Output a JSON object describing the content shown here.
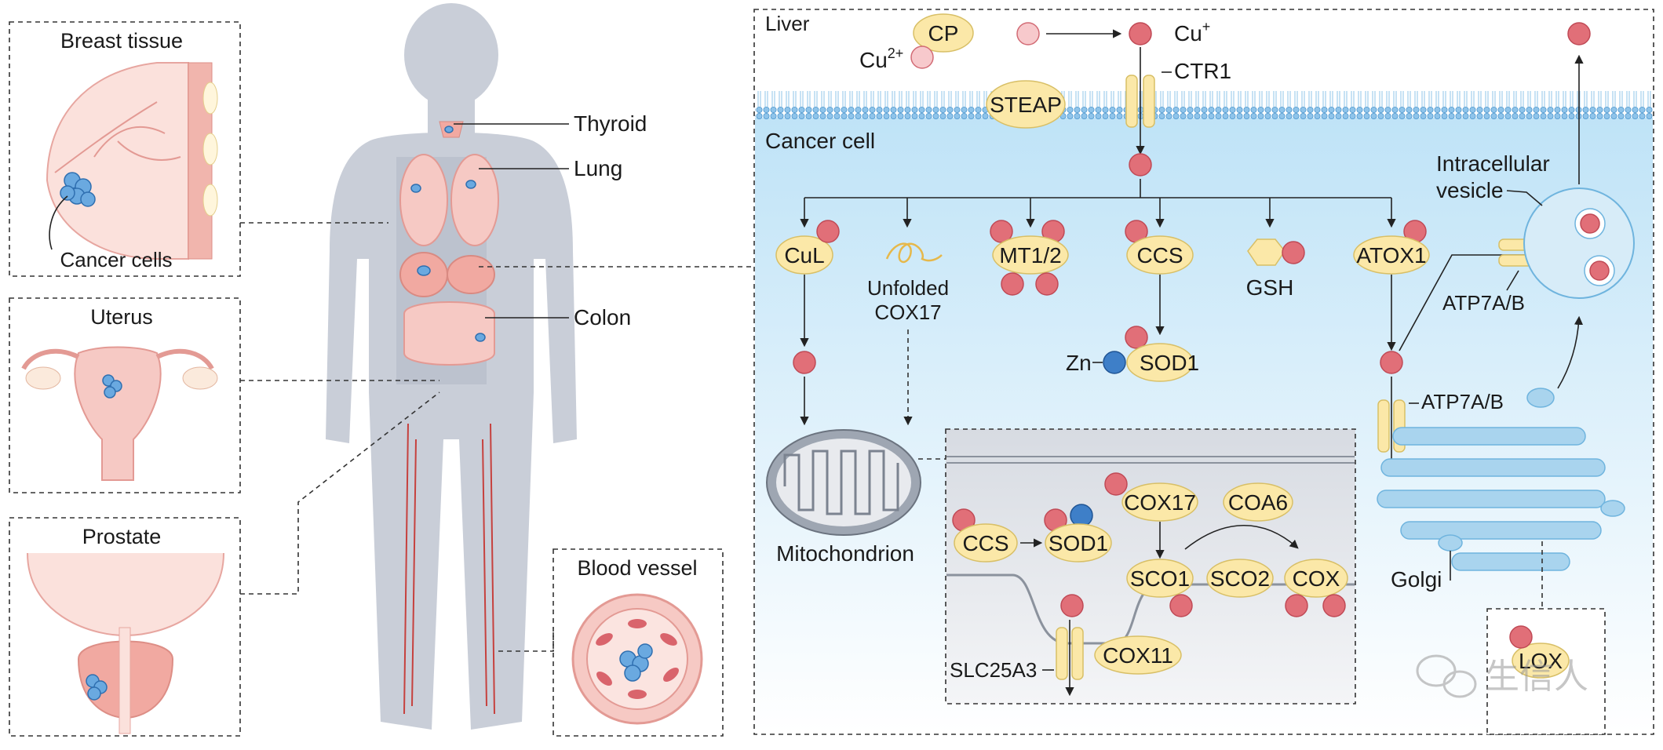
{
  "tissues": {
    "breast": {
      "title": "Breast tissue",
      "cancer_cells": "Cancer cells"
    },
    "uterus": {
      "title": "Uterus"
    },
    "prostate": {
      "title": "Prostate"
    },
    "blood_vessel": {
      "title": "Blood vessel"
    }
  },
  "body_labels": {
    "thyroid": "Thyroid",
    "lung": "Lung",
    "colon": "Colon"
  },
  "cell": {
    "liver": "Liver",
    "cancer_cell": "Cancer cell",
    "cp": "CP",
    "cu2_base": "Cu",
    "cu2_sup": "2+",
    "cu1_base": "Cu",
    "cu1_sup": "+",
    "ctr1": "CTR1",
    "steap": "STEAP",
    "cul": "CuL",
    "unfolded_1": "Unfolded",
    "unfolded_2": "COX17",
    "mt12": "MT1/2",
    "ccs": "CCS",
    "gsh": "GSH",
    "atox1": "ATOX1",
    "zn": "Zn",
    "sod1": "SOD1",
    "mitochondrion": "Mitochondrion",
    "vesicle_1": "Intracellular",
    "vesicle_2": "vesicle",
    "atp7ab_top": "ATP7A/B",
    "atp7ab_mid": "ATP7A/B",
    "golgi": "Golgi",
    "lox": "LOX"
  },
  "mito_inset": {
    "cox17": "COX17",
    "coa6": "COA6",
    "ccs": "CCS",
    "sod1": "SOD1",
    "sco1": "SCO1",
    "sco2": "SCO2",
    "cox": "COX",
    "cox11": "COX11",
    "slc25a3": "SLC25A3"
  },
  "watermark": "生信人"
}
